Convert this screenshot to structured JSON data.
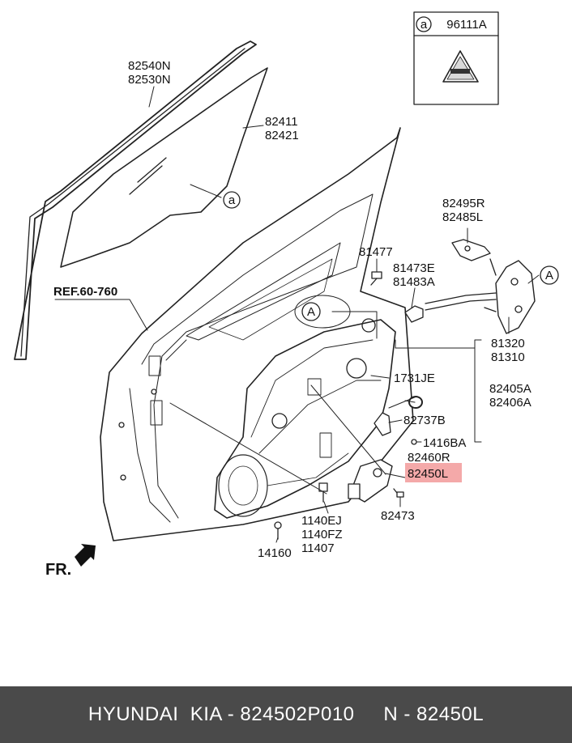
{
  "callout_box": {
    "circle_letter": "a",
    "part_number": "96111A"
  },
  "labels": {
    "glass_run": [
      "82540N",
      "82530N"
    ],
    "door_glass": [
      "82411",
      "82421"
    ],
    "glass_marker": "a",
    "reference": "REF.60-760",
    "bolt_81477": "81477",
    "clip": [
      "81473E",
      "81483A"
    ],
    "cable": [
      "82495R",
      "82485L"
    ],
    "latch_marker": "A",
    "panel_marker": "A",
    "latch": [
      "81320",
      "81310"
    ],
    "grommet": "1731JE",
    "regulator": [
      "82405A",
      "82406A"
    ],
    "bracket": "82737B",
    "screw_1416BA": "1416BA",
    "motor_rh": "82460R",
    "motor_lh": "82450L",
    "motor_bolt": "82473",
    "mounting_bolts": [
      "1140EJ",
      "1140FZ",
      "11407"
    ],
    "plug": "14160",
    "direction": "FR."
  },
  "highlight_color": "#f4a9a9",
  "footer": {
    "brand": "HYUNDAI  KIA - 824502P010",
    "ref": "N - 82450L"
  }
}
